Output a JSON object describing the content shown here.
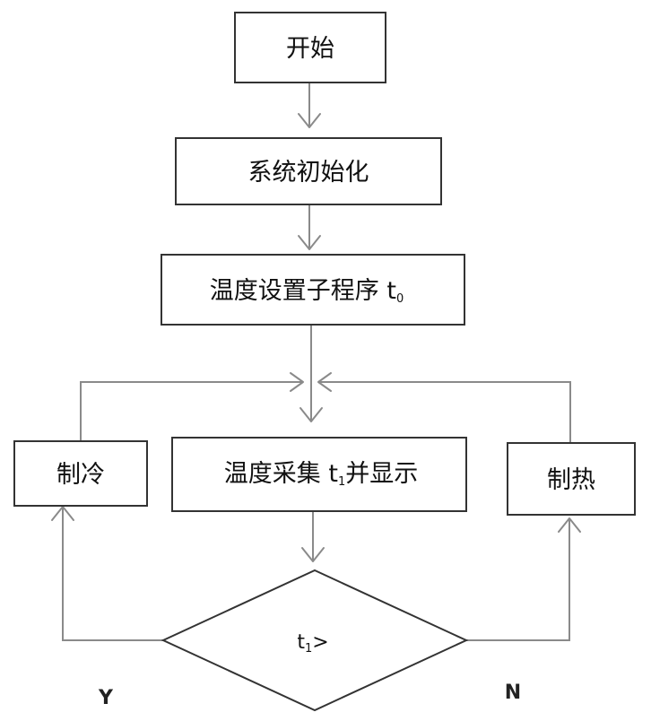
{
  "nodes": {
    "start": "开始",
    "init": "系统初始化",
    "setting": {
      "text": "温度设置子程序 t",
      "sub": "0"
    },
    "collect": {
      "text_a": "温度采集 t",
      "sub": "1",
      "text_b": "并显示"
    },
    "cooling": "制冷",
    "heating": "制热",
    "decision": {
      "text_a": "t",
      "sub": "1",
      "text_b": ">"
    }
  },
  "branches": {
    "yes": "Y",
    "no": "N"
  }
}
